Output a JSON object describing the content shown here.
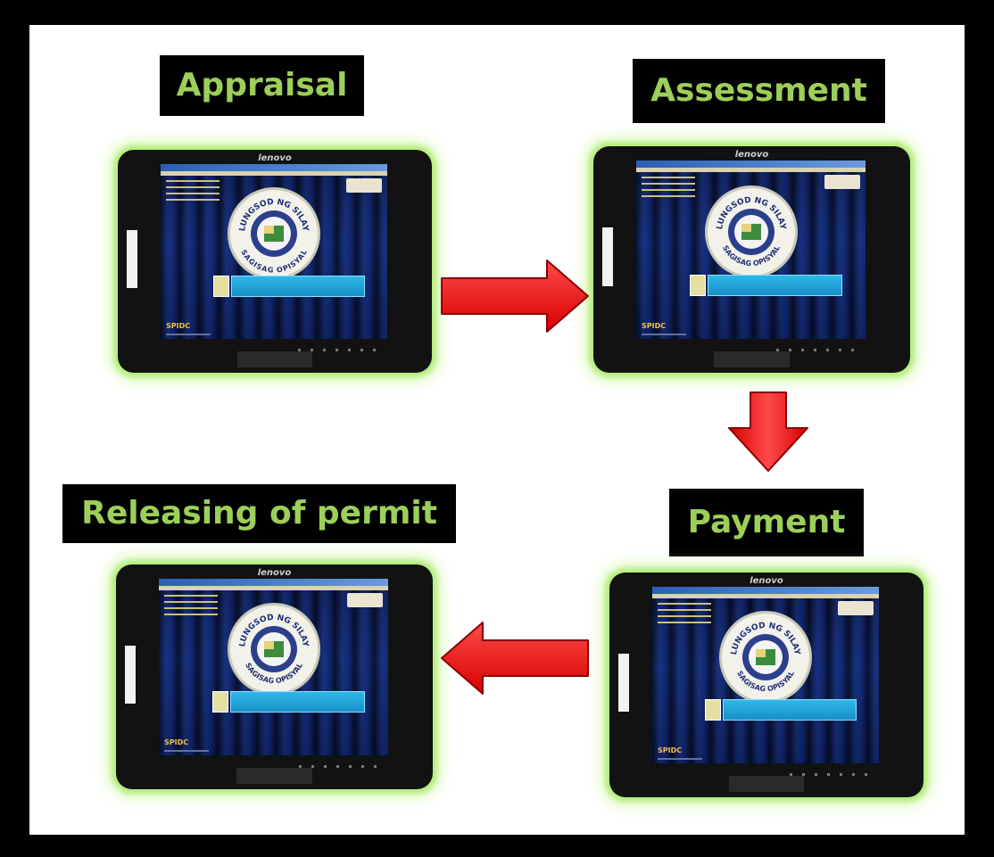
{
  "steps": [
    {
      "label": "Appraisal"
    },
    {
      "label": "Assessment"
    },
    {
      "label": "Payment"
    },
    {
      "label": "Releasing of permit"
    }
  ],
  "monitor": {
    "brand": "lenovo",
    "seal_top_text": "LUNGSOD NG SILAY",
    "seal_bottom_text": "SAGISAG OPISYAL",
    "vendor_text": "SPIDC"
  },
  "colors": {
    "label_text": "#9ccf5a",
    "label_bg": "#000000",
    "arrow_fill": "#ff1a1a",
    "monitor_glow": "#b4ec7a"
  }
}
